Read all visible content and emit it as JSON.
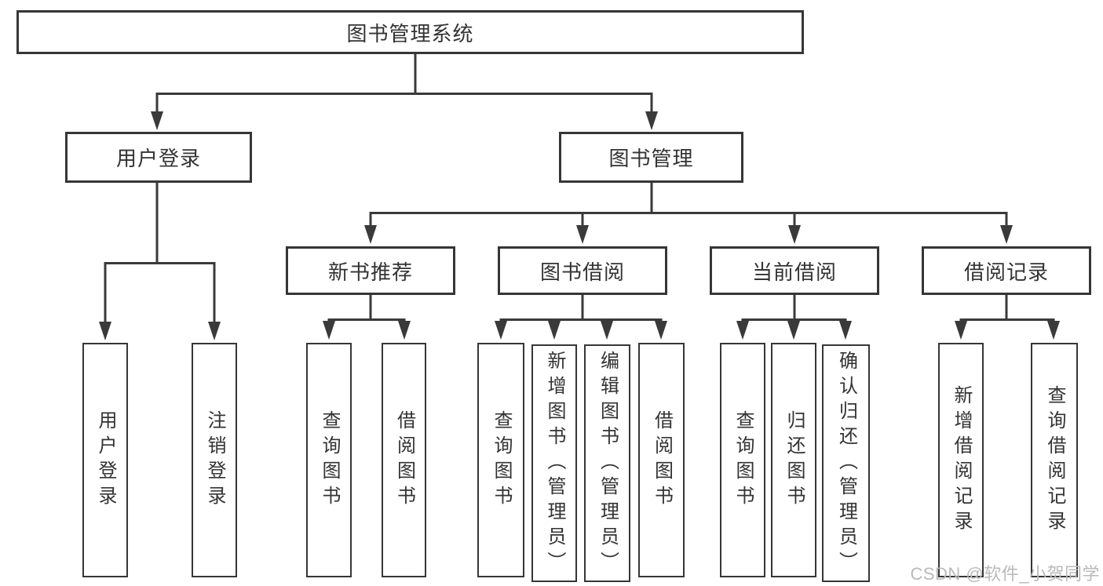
{
  "diagram": {
    "root": "图书管理系统",
    "level2": [
      "用户登录",
      "图书管理"
    ],
    "level3": [
      "新书推荐",
      "图书借阅",
      "当前借阅",
      "借阅记录"
    ],
    "leaves": [
      "用户登录",
      "注销登录",
      "查询图书",
      "借阅图书",
      "查询图书",
      "新增图书（管理员）",
      "编辑图书（管理员）",
      "借阅图书",
      "查询图书",
      "归还图书",
      "确认归还（管理员）",
      "新增借阅记录",
      "查询借阅记录"
    ]
  },
  "watermark": "CSDN @软件_小贺同学",
  "colors": {
    "line": "#3a3a3a",
    "box_border": "#363636",
    "text": "#333333",
    "watermark": "#b9b9b9",
    "background": "#ffffff"
  }
}
